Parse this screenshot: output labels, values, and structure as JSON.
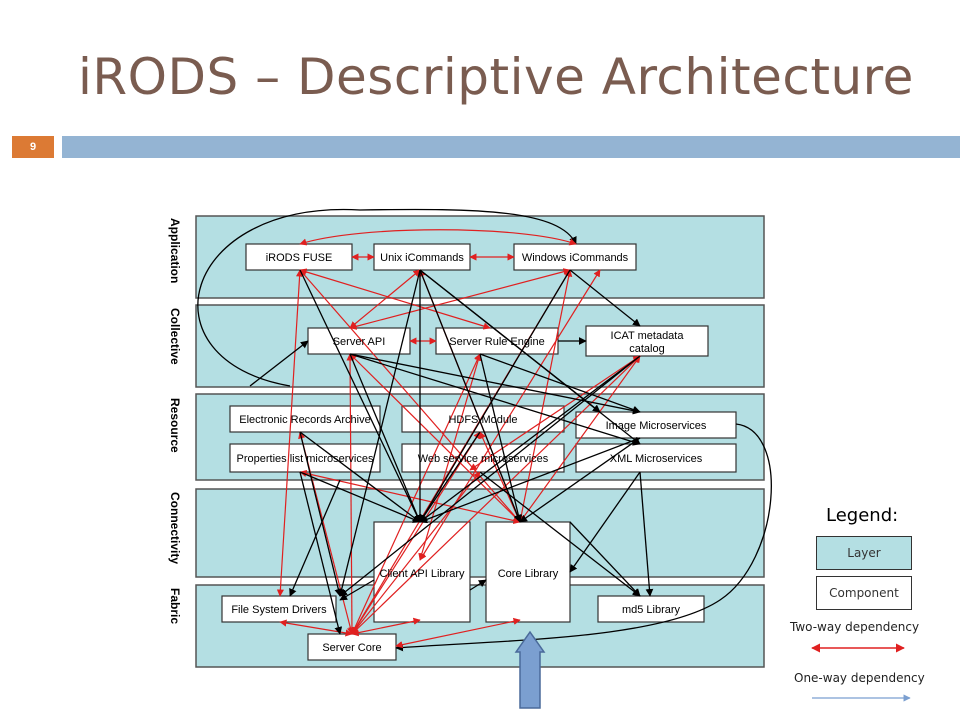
{
  "slide": {
    "title": "iRODS – Descriptive Architecture",
    "page_number": "9"
  },
  "layers": [
    "Application",
    "Collective",
    "Resource",
    "Connectivity",
    "Fabric"
  ],
  "components": {
    "irods_fuse": "iRODS FUSE",
    "unix_icommands": "Unix iCommands",
    "windows_icommands": "Windows iCommands",
    "server_api": "Server API",
    "server_rule_engine": "Server Rule Engine",
    "icat_line1": "ICAT metadata",
    "icat_line2": "catalog",
    "electronic_records": "Electronic Records Archive",
    "hdfs_module": "HDFS Module",
    "image_microservices": "Image Microservices",
    "properties_list": "Properties list microservices",
    "web_service": "Web service microservices",
    "xml_microservices": "XML Microservices",
    "client_api": "Client API Library",
    "core_library": "Core Library",
    "file_system_drivers": "File System Drivers",
    "md5_library": "md5 Library",
    "server_core": "Server Core"
  },
  "legend": {
    "title": "Legend:",
    "layer": "Layer",
    "component": "Component",
    "two_way": "Two-way dependency",
    "one_way": "One-way dependency"
  },
  "colors": {
    "layer": "#b4dfe3",
    "two_way": "#e02020",
    "one_way": "#000000",
    "accent": "#dc7a34",
    "bar": "#94b4d3",
    "title": "#7a5c50",
    "pointer_arrow": "#7b9fd0"
  }
}
